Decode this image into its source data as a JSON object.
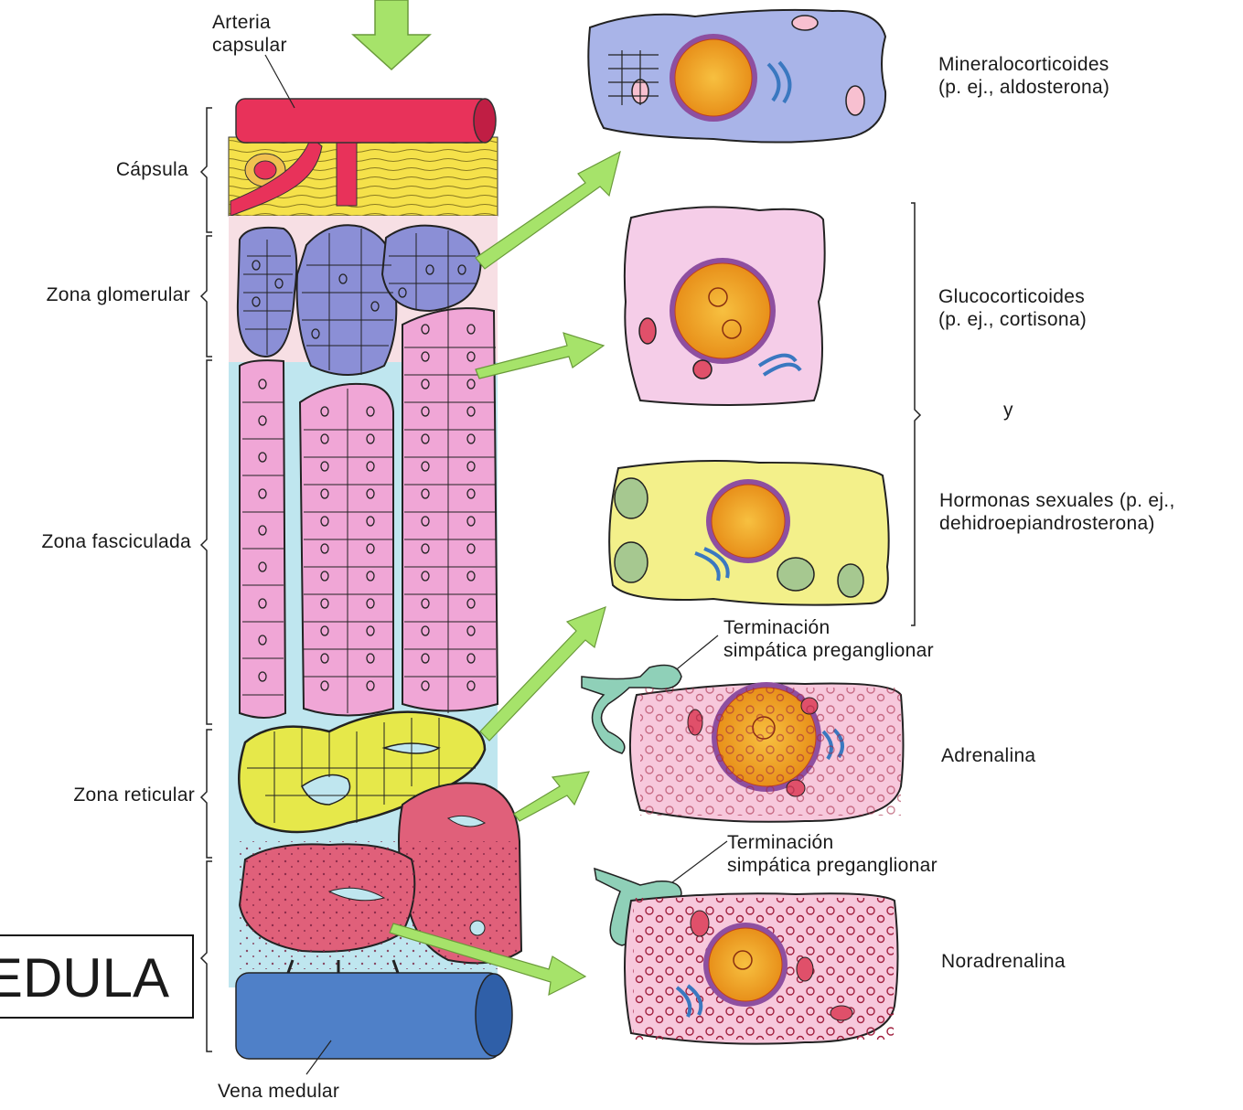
{
  "labels": {
    "arteria_capsular": [
      "Arteria",
      "capsular"
    ],
    "capsula": "Cápsula",
    "zona_glomerular": "Zona glomerular",
    "zona_fasciculada": "Zona fasciculada",
    "zona_reticular": "Zona reticular",
    "medula": "MEDULA",
    "vena_medular": "Vena medular",
    "mineralocorticoides": [
      "Mineralocorticoides",
      "(p. ej., aldosterona)"
    ],
    "glucocorticoides": [
      "Glucocorticoides",
      "(p. ej., cortisona)"
    ],
    "y": "y",
    "hormonas_sexuales": [
      "Hormonas sexuales (p. ej.,",
      "dehidroepiandrosterona)"
    ],
    "terminacion_1": [
      "Terminación",
      "simpática preganglionar"
    ],
    "adrenalina": "Adrenalina",
    "terminacion_2": [
      "Terminación",
      "simpática preganglionar"
    ],
    "noradrenalina": "Noradrenalina"
  },
  "colors": {
    "artery": "#e8325a",
    "capsule": "#f5e14a",
    "glomerular": "#8b8fd6",
    "fasciculata": "#f0a6d6",
    "reticular": "#e6e84a",
    "medulla": "#e0607a",
    "vein": "#4f80c8",
    "arrow": "#a6e36a",
    "nucleus": "#f0a020"
  }
}
